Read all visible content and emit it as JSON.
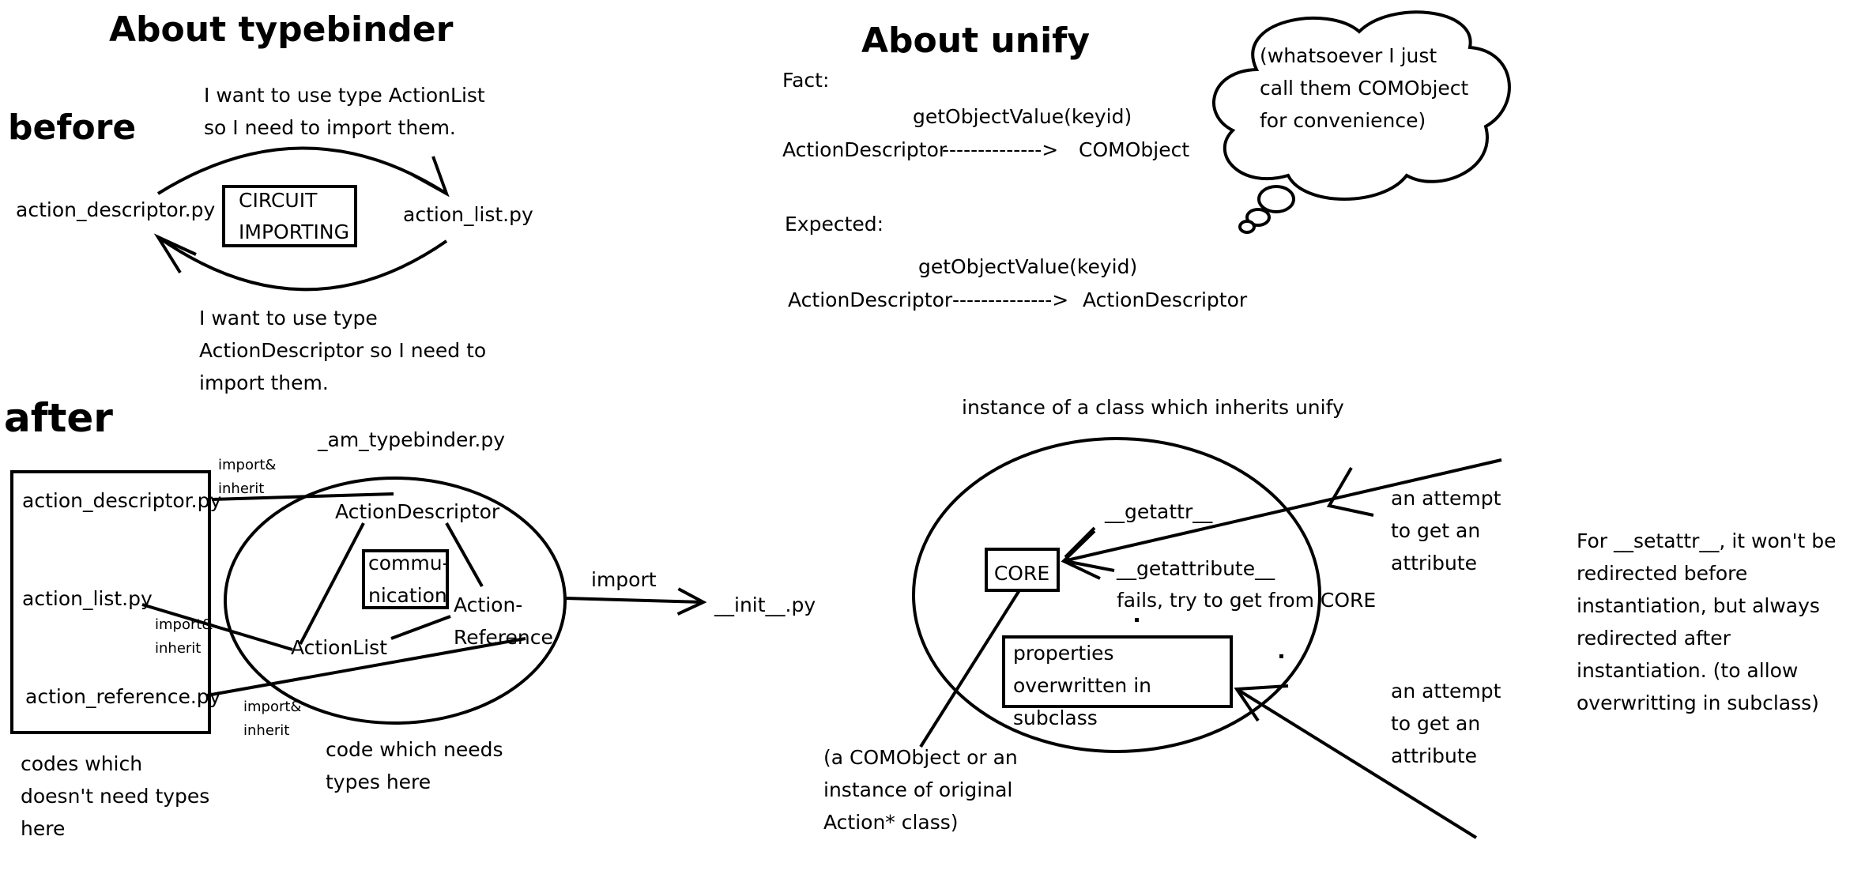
{
  "typebinder": {
    "title": "About typebinder",
    "before": {
      "label": "before",
      "top_note": "I want to use type ActionList so I need to import them.",
      "bottom_note": "I want to use type ActionDescriptor so I need to import them.",
      "left_file": "action_descriptor.py",
      "right_file": "action_list.py",
      "circuit_box": "CIRCUIT IMPORTING"
    },
    "after": {
      "label": "after",
      "module_name": "_am_typebinder.py",
      "files": [
        "action_descriptor.py",
        "action_list.py",
        "action_reference.py"
      ],
      "import_inherit": "import& inherit",
      "types": [
        "ActionDescriptor",
        "ActionList",
        "Action- Reference"
      ],
      "communication": "commu- nication",
      "import_label": "import",
      "init_file": "__init__.py",
      "left_caption": "codes which doesn't need types here",
      "circle_caption": "code which needs types here"
    }
  },
  "unify": {
    "title": "About unify",
    "fact_label": "Fact:",
    "method": "getObjectValue(keyid)",
    "fact_from": "ActionDescriptor",
    "fact_arrow": "-------------->",
    "fact_to": "COMObject",
    "expected_label": "Expected:",
    "expected_from": "ActionDescriptor",
    "expected_arrow": "-------------->",
    "expected_to": "ActionDescriptor",
    "cloud_note": "(whatsoever I just call them COMObject for convenience)",
    "instance_title": "instance of a class which inherits unify",
    "getattr": "__getattr__",
    "core": "CORE",
    "getattribute": "__getattribute__",
    "fails": "fails, try to get from CORE",
    "properties_box": "properties  overwritten in subclass",
    "attempt_note": "an attempt to get an attribute",
    "core_caption": "(a COMObject or an instance of original Action* class)",
    "setattr_note": "For __setattr__, it won't be redirected before instantiation, but always redirected after instantiation. (to allow overwritting in subclass)"
  }
}
